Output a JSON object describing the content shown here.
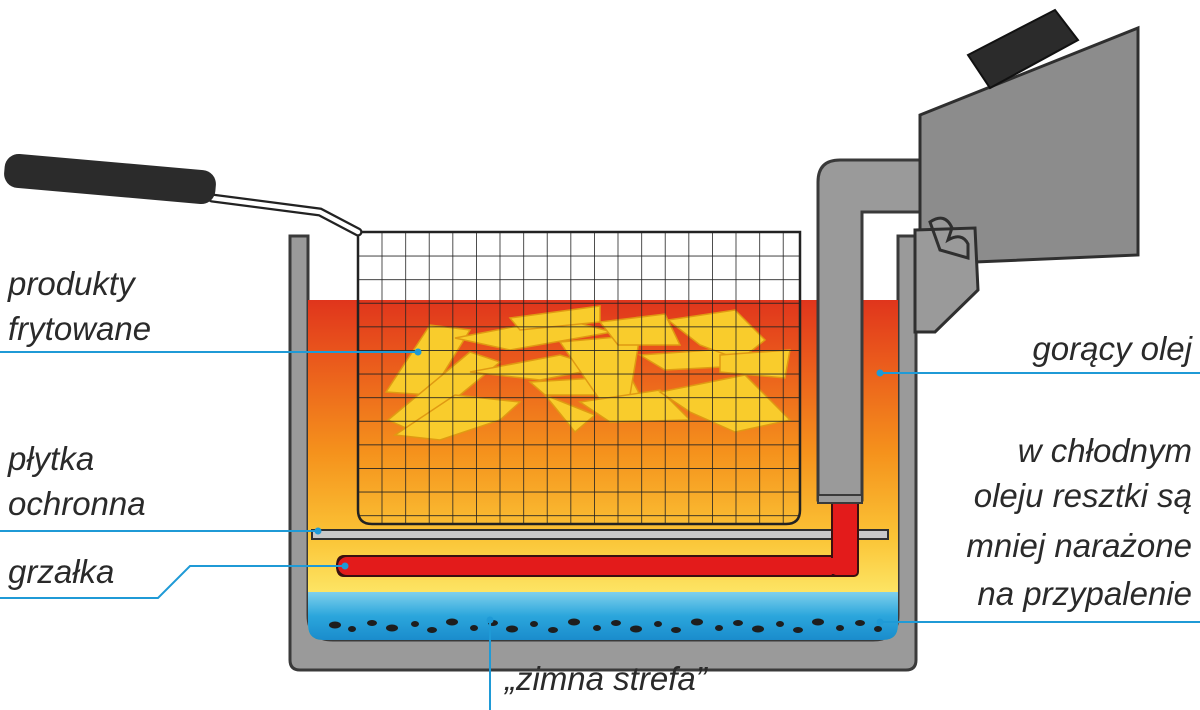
{
  "labels": {
    "products": [
      "produkty",
      "frytowane"
    ],
    "plate": [
      "płytka",
      "ochronna"
    ],
    "heater": [
      "grzałka"
    ],
    "hot_oil": [
      "gorący olej"
    ],
    "residue": [
      "w chłodnym",
      "oleju resztki są",
      "mniej narażone",
      "na przypalenie"
    ],
    "cold_zone": [
      "„zimna strefa”"
    ]
  },
  "colors": {
    "leader": "#1f9ad6",
    "steel": "#9a9a9a",
    "steel_dark": "#3a3a3a",
    "oil_top": "#e0351c",
    "oil_mid": "#f7a21a",
    "oil_low": "#fde96a",
    "cold_zone": "#2ba6dc",
    "heater": "#e31b1b",
    "fries": "#f9cc2c",
    "handle": "#2b2b2b"
  }
}
